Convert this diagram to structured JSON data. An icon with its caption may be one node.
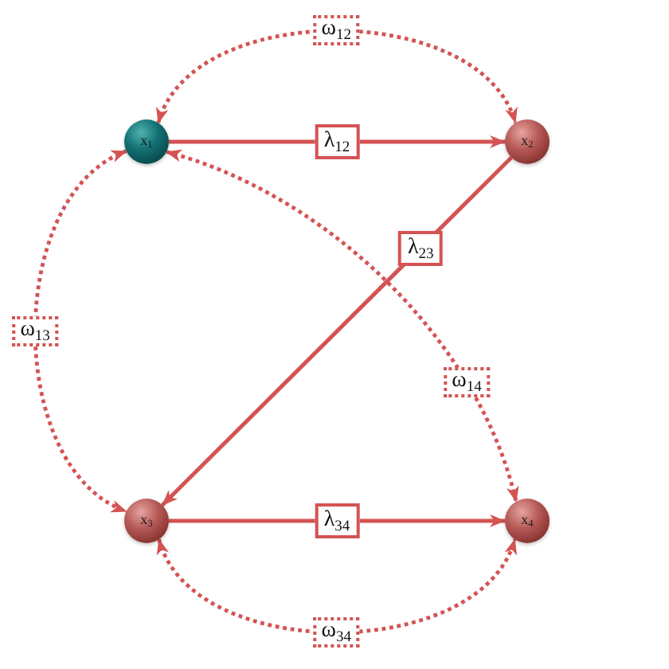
{
  "diagram": {
    "nodes": [
      {
        "text": [
          "x$_{1}$"
        ]
      },
      {
        "text": [
          "x$_{2}$"
        ]
      },
      {
        "text": [
          "x$_{3}$"
        ]
      },
      {
        "text": [
          "x$_{4}$"
        ]
      }
    ],
    "edges": [
      {
        "from": 0,
        "to": 1,
        "arrow": "to",
        "label": "λ$_{12}$"
      },
      {
        "from": 0,
        "to": 1,
        "arrow": "both",
        "label": "ω$_{12}$",
        "style": "dashed"
      },
      {
        "from": 0,
        "to": 2,
        "arrow": "both",
        "label": "ω$_{13}$",
        "style": "dashed"
      },
      {
        "from": 1,
        "to": 2,
        "arrow": "to",
        "label": "λ$_{23}$"
      },
      {
        "from": 0,
        "to": 3,
        "arrow": "both",
        "label": "ω$_{14}$",
        "style": "dashed"
      },
      {
        "from": 2,
        "to": 3,
        "arrow": "to",
        "label": "λ$_{34}$"
      },
      {
        "from": 2,
        "to": 3,
        "arrow": "both",
        "label": "ω$_{34}$",
        "style": "dashed"
      }
    ]
  }
}
